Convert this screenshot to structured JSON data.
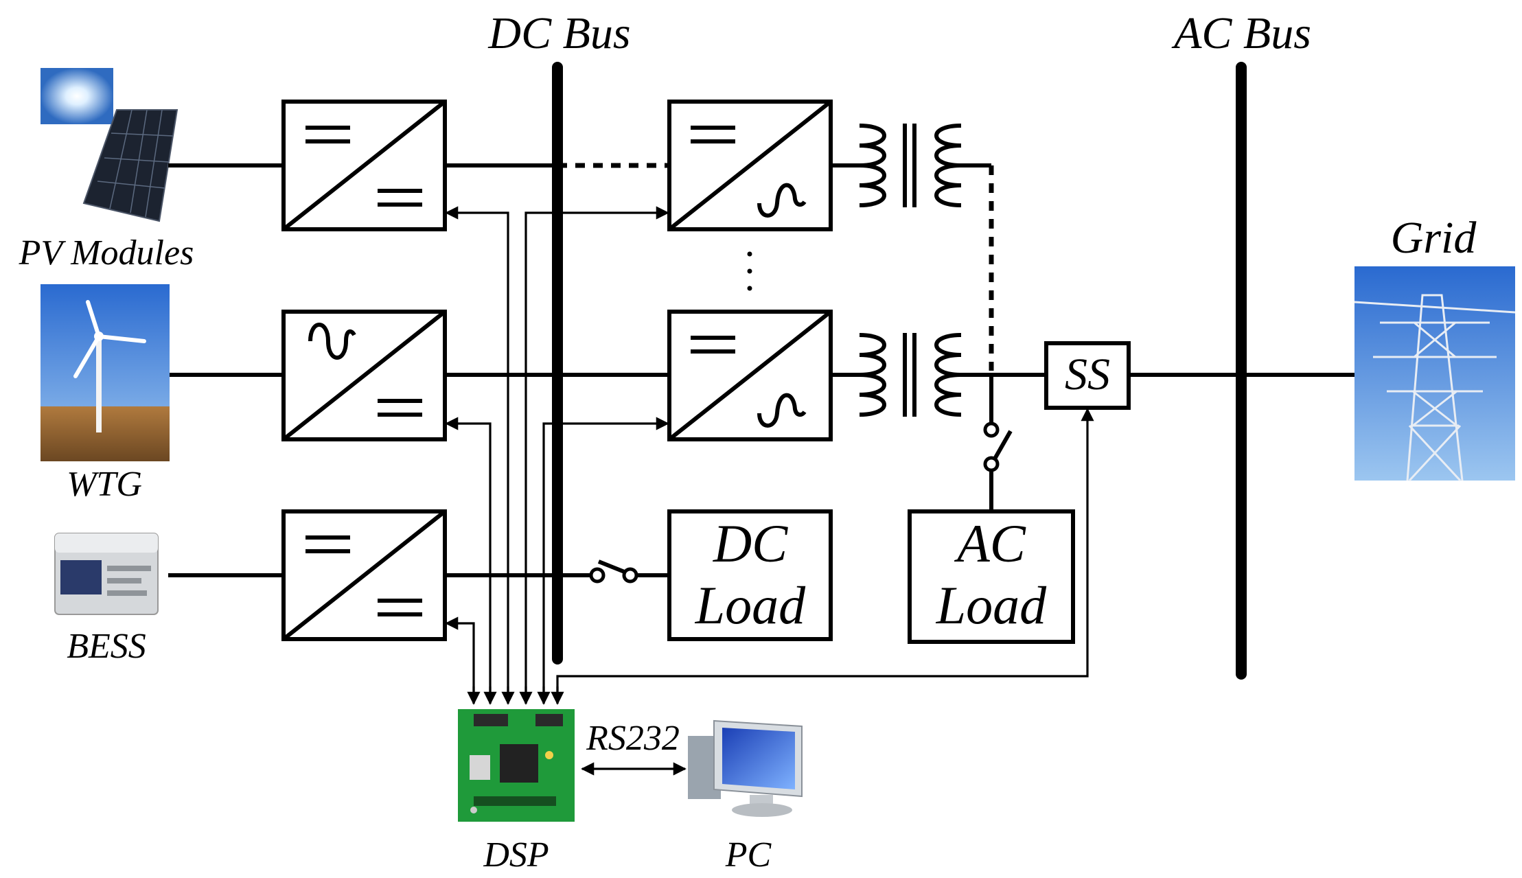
{
  "labels": {
    "dc_bus": "DC Bus",
    "ac_bus": "AC Bus",
    "grid": "Grid",
    "pv": "PV Modules",
    "wtg": "WTG",
    "bess": "BESS",
    "dc_load_1": "DC",
    "dc_load_2": "Load",
    "ac_load_1": "AC",
    "ac_load_2": "Load",
    "ss": "SS",
    "rs232": "RS232",
    "dsp": "DSP",
    "pc": "PC"
  },
  "icons": {
    "pv": "solar-panel-icon",
    "wtg": "wind-turbine-icon",
    "bess": "battery-icon",
    "grid": "transmission-tower-icon",
    "dsp": "dsp-board-icon",
    "pc": "computer-icon"
  },
  "colors": {
    "line": "#000000",
    "sky": "#3f7bc4",
    "board": "#1f9a3a"
  }
}
